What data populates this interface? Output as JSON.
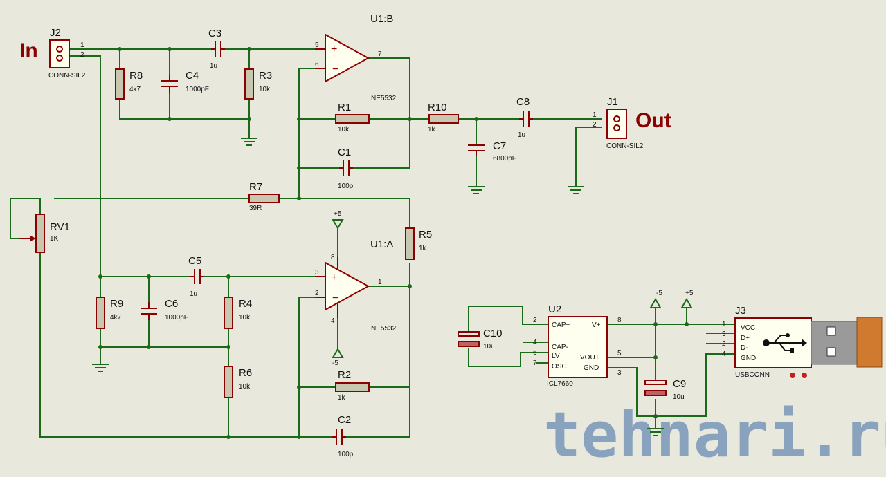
{
  "labels": {
    "in": "In",
    "out": "Out",
    "watermark": "tehnari.ru"
  },
  "components": {
    "J2": {
      "ref": "J2",
      "value": "CONN-SIL2",
      "pins": [
        "1",
        "2"
      ]
    },
    "J1": {
      "ref": "J1",
      "value": "CONN-SIL2",
      "pins": [
        "1",
        "2"
      ]
    },
    "J3": {
      "ref": "J3",
      "value": "USBCONN",
      "pins": [
        "1",
        "3",
        "2",
        "4"
      ],
      "pin_names": [
        "VCC",
        "D+",
        "D-",
        "GND"
      ]
    },
    "U1B": {
      "ref": "U1:B",
      "value": "NE5532",
      "pins": [
        "5",
        "6",
        "7"
      ]
    },
    "U1A": {
      "ref": "U1:A",
      "value": "NE5532",
      "pins": [
        "3",
        "2",
        "1",
        "8",
        "4"
      ]
    },
    "U2": {
      "ref": "U2",
      "value": "ICL7660",
      "left_pins": [
        "CAP+",
        "CAP-",
        "LV",
        "OSC"
      ],
      "left_nums": [
        "2",
        "4",
        "6",
        "7"
      ],
      "right_pins": [
        "V+",
        "VOUT",
        "GND"
      ],
      "right_nums": [
        "8",
        "5",
        "3"
      ]
    },
    "R1": {
      "ref": "R1",
      "value": "10k"
    },
    "R2": {
      "ref": "R2",
      "value": "1k"
    },
    "R3": {
      "ref": "R3",
      "value": "10k"
    },
    "R4": {
      "ref": "R4",
      "value": "10k"
    },
    "R5": {
      "ref": "R5",
      "value": "1k"
    },
    "R6": {
      "ref": "R6",
      "value": "10k"
    },
    "R7": {
      "ref": "R7",
      "value": "39R"
    },
    "R8": {
      "ref": "R8",
      "value": "4k7"
    },
    "R9": {
      "ref": "R9",
      "value": "4k7"
    },
    "R10": {
      "ref": "R10",
      "value": "1k"
    },
    "RV1": {
      "ref": "RV1",
      "value": "1K"
    },
    "C1": {
      "ref": "C1",
      "value": "100p"
    },
    "C2": {
      "ref": "C2",
      "value": "100p"
    },
    "C3": {
      "ref": "C3",
      "value": "1u"
    },
    "C4": {
      "ref": "C4",
      "value": "1000pF"
    },
    "C5": {
      "ref": "C5",
      "value": "1u"
    },
    "C6": {
      "ref": "C6",
      "value": "1000pF"
    },
    "C7": {
      "ref": "C7",
      "value": "6800pF"
    },
    "C8": {
      "ref": "C8",
      "value": "1u"
    },
    "C9": {
      "ref": "C9",
      "value": "10u"
    },
    "C10": {
      "ref": "C10",
      "value": "10u"
    }
  },
  "power": {
    "pos": "+5",
    "neg": "-5"
  }
}
